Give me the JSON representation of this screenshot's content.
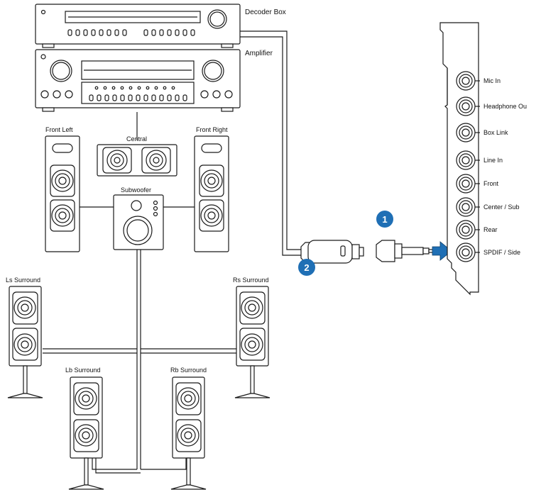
{
  "devices": {
    "decoder_label": "Decoder Box",
    "amplifier_label": "Amplifier"
  },
  "speakers": {
    "front_left": "Front Left",
    "central": "Central",
    "front_right": "Front Right",
    "subwoofer": "Subwoofer",
    "ls_surround": "Ls Surround",
    "rs_surround": "Rs Surround",
    "lb_surround": "Lb Surround",
    "rb_surround": "Rb Surround"
  },
  "card_ports": [
    "Mic In",
    "Headphone Ou",
    "Box Link",
    "Line In",
    "Front",
    "Center / Sub",
    "Rear",
    "SPDIF / Side"
  ],
  "steps": [
    "1",
    "2"
  ],
  "colors": {
    "badge": "#1f6fb5",
    "arrow": "#1f6fb5",
    "line": "#1a1a1a"
  },
  "icons": {
    "arrow": "arrow-right-icon",
    "woofer": "speaker-driver-icon",
    "knob": "knob-icon"
  }
}
